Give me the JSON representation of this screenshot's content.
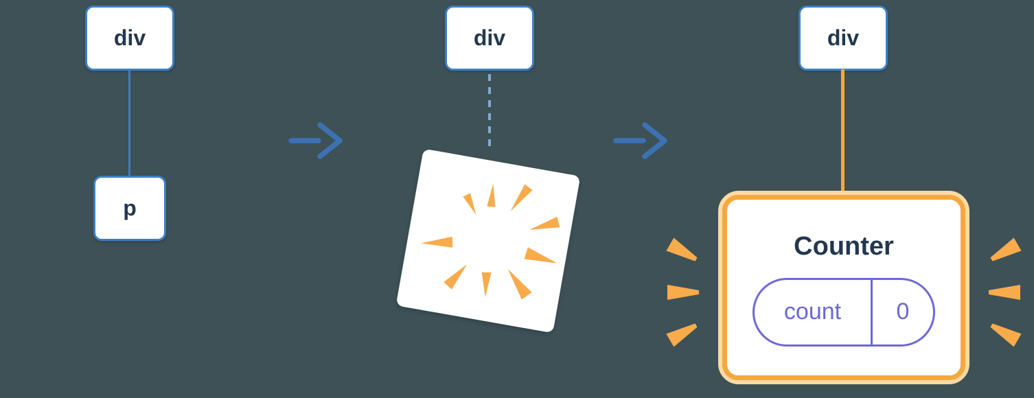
{
  "diagram": {
    "stage1": {
      "root_label": "div",
      "child_label": "p"
    },
    "stage2": {
      "root_label": "div"
    },
    "stage3": {
      "root_label": "div",
      "component_title": "Counter",
      "state": {
        "key": "count",
        "value": "0"
      }
    }
  },
  "icons": {
    "arrow": "arrow-right-icon",
    "poof": "poof-explosion-icon",
    "sparkles": "sparkle-rays-icon"
  },
  "colors": {
    "background": "#3e5156",
    "node_bg": "#ffffff",
    "node_border": "#3b7fc4",
    "node_text": "#23384f",
    "connector": "#3b7fc4",
    "connector_dashed": "#84aacd",
    "arrow": "#3c72b4",
    "highlight_orange": "#f6a83f",
    "highlight_orange_light": "#fbdba4",
    "poof_orange": "#f8ab4b",
    "state_purple": "#6b68d8"
  }
}
